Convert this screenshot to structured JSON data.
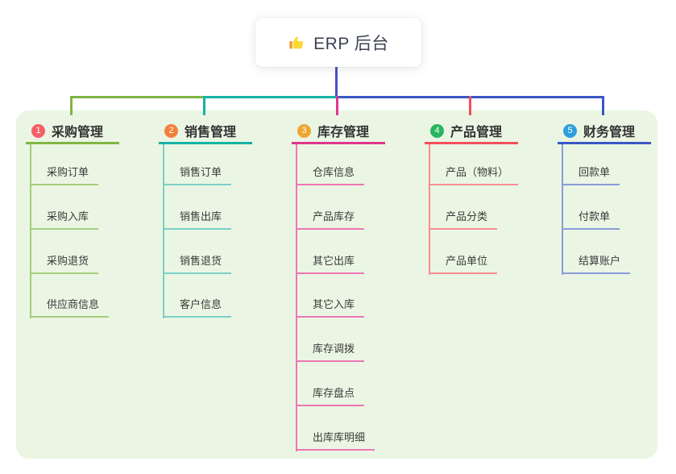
{
  "root": {
    "label": "ERP 后台",
    "icon": "thumbs-up-icon"
  },
  "colors": {
    "panel_bg": "#eaf6e3",
    "root_connector": "#4a52c6",
    "card_bg": "#ffffff",
    "title_text": "#333333",
    "child_text": "#3a3a3a"
  },
  "branches": [
    {
      "index": "1",
      "label": "采购管理",
      "badge_color": "#f65e68",
      "line_color": "#7fb644",
      "child_line_color": "#a6ce7c",
      "children": [
        "采购订单",
        "采购入库",
        "采购退货",
        "供应商信息"
      ]
    },
    {
      "index": "2",
      "label": "销售管理",
      "badge_color": "#f2803c",
      "line_color": "#14b3a5",
      "child_line_color": "#7bd0c6",
      "children": [
        "销售订单",
        "销售出库",
        "销售退货",
        "客户信息"
      ]
    },
    {
      "index": "3",
      "label": "库存管理",
      "badge_color": "#efa630",
      "line_color": "#e0368e",
      "child_line_color": "#ee77b4",
      "children": [
        "仓库信息",
        "产品库存",
        "其它出库",
        "其它入库",
        "库存调拨",
        "库存盘点",
        "出库库明细"
      ]
    },
    {
      "index": "4",
      "label": "产品管理",
      "badge_color": "#27b560",
      "line_color": "#f44f5a",
      "child_line_color": "#f78e93",
      "children": [
        "产品（物料）",
        "产品分类",
        "产品单位"
      ]
    },
    {
      "index": "5",
      "label": "财务管理",
      "badge_color": "#2f9fdb",
      "line_color": "#3a56c5",
      "child_line_color": "#8b9cdb",
      "children": [
        "回款单",
        "付款单",
        "结算账户"
      ]
    }
  ]
}
